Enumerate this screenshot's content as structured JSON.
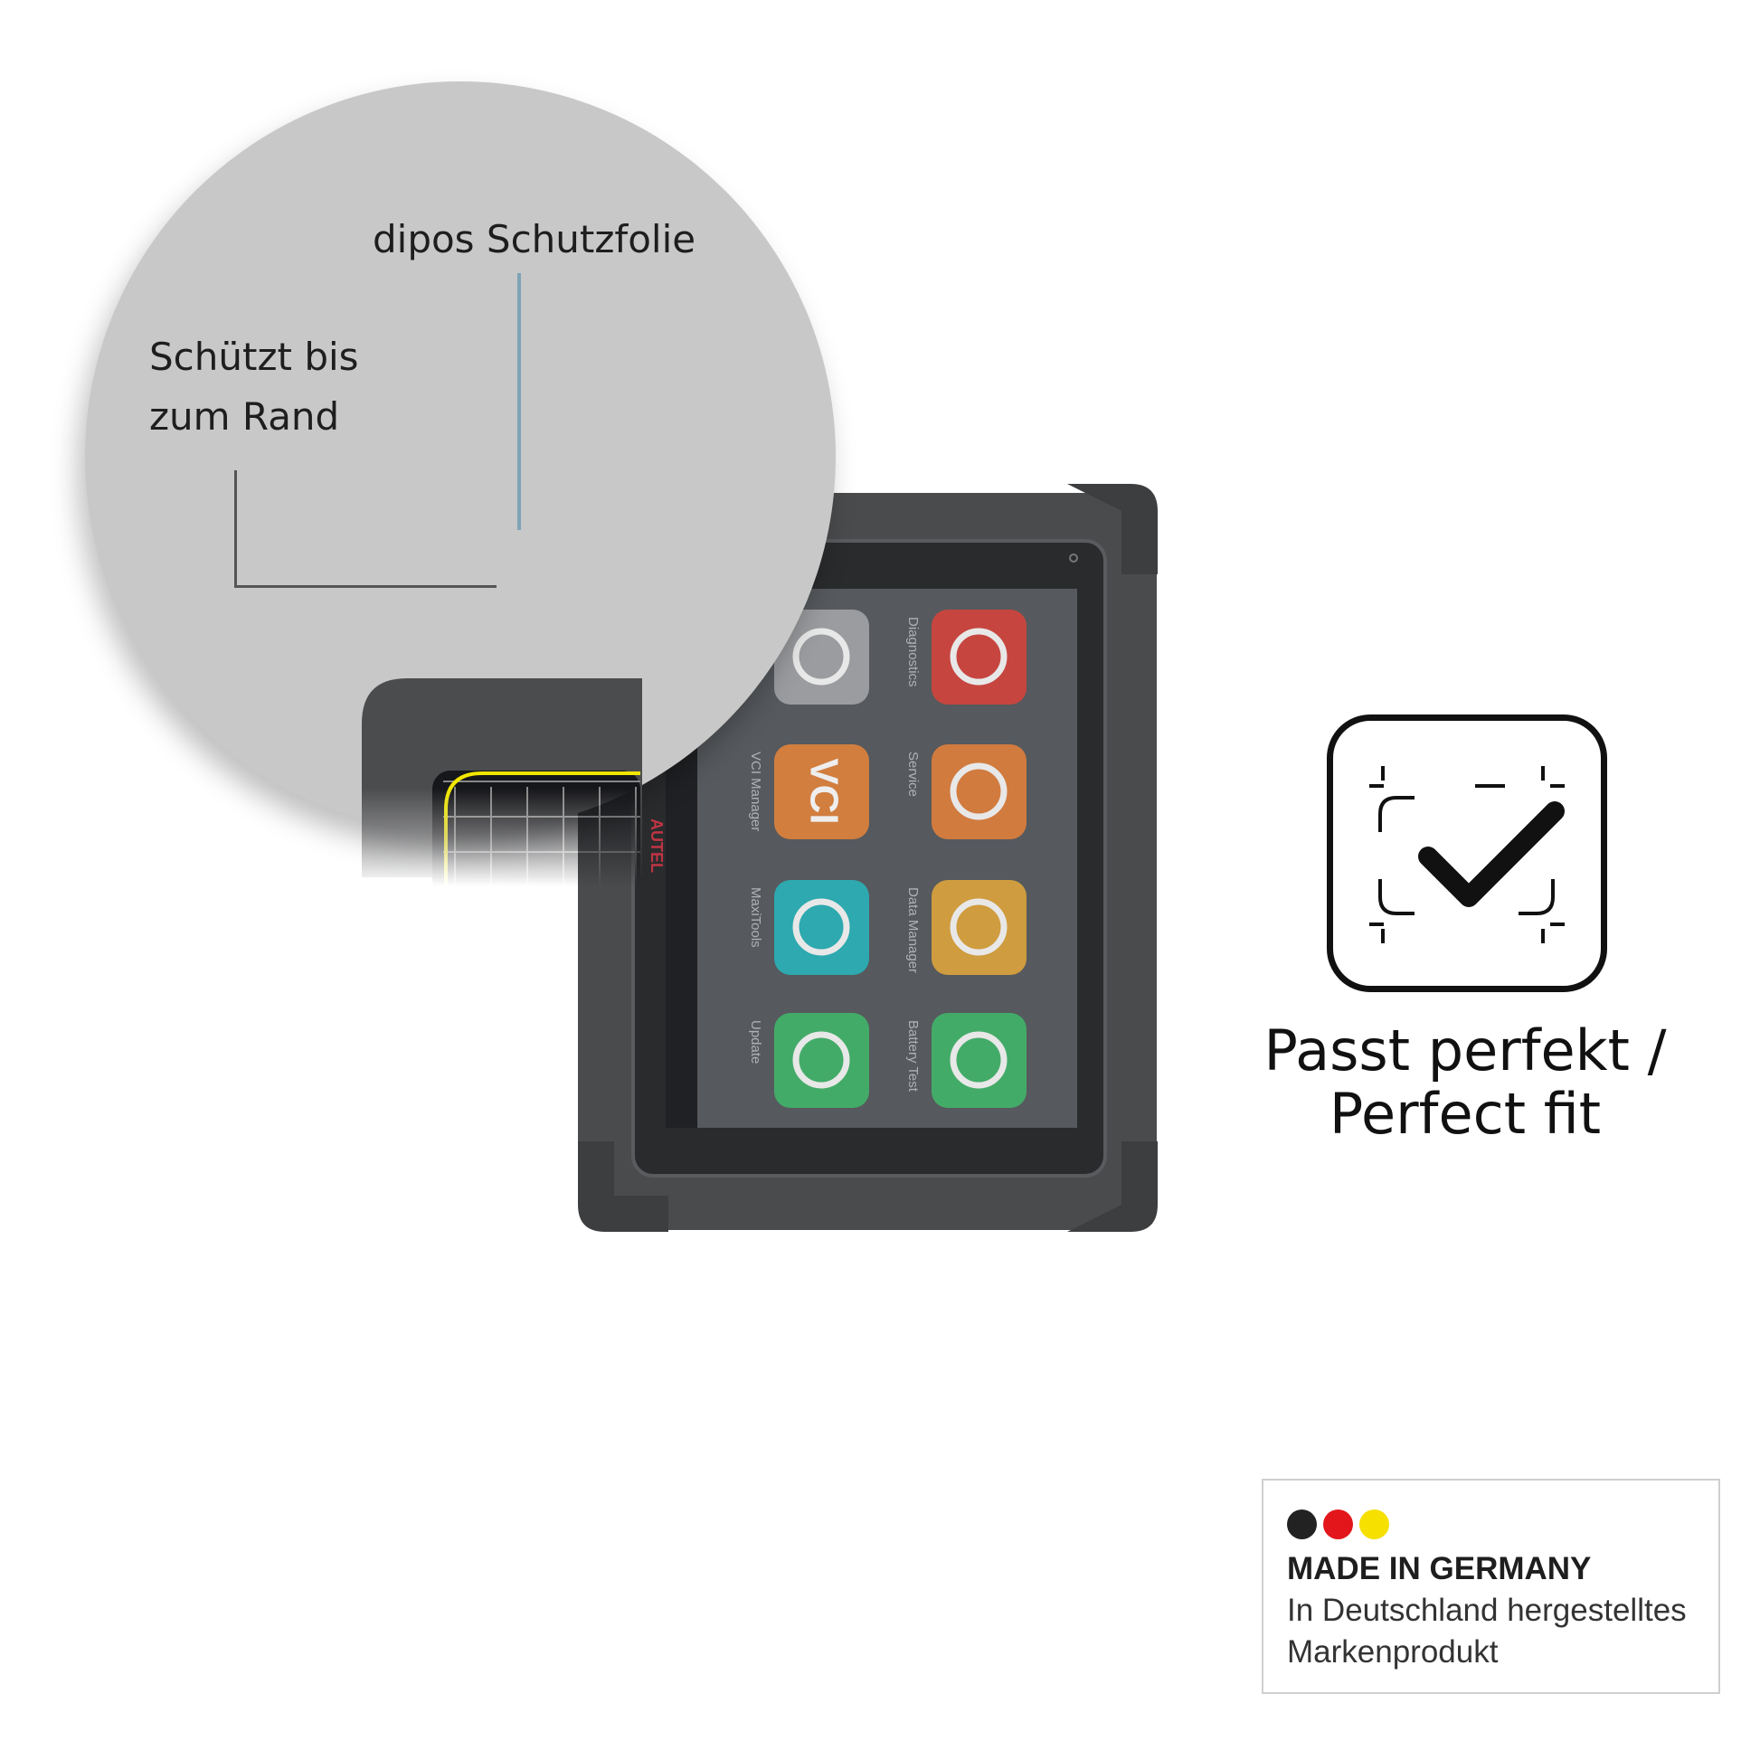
{
  "callout": {
    "title": "dipos Schutzfolie",
    "edge_line1": "Schützt bis",
    "edge_line2": "zum Rand"
  },
  "device": {
    "brand": "AUTEL",
    "apps": [
      {
        "label": "Diagnostics",
        "icon": "car-icon",
        "color": "#d9433a"
      },
      {
        "label": "Service",
        "icon": "service-icon",
        "color": "#e6813a"
      },
      {
        "label": "Data Manager",
        "icon": "images-icon",
        "color": "#e4a83a"
      },
      {
        "label": "Battery Test",
        "icon": "battery-icon",
        "color": "#3fba6a"
      },
      {
        "label": "",
        "icon": "gear-icon",
        "color": "#a7a8aa"
      },
      {
        "label": "VCI Manager",
        "icon": "vci-icon",
        "color": "#e6853a",
        "text": "VCI"
      },
      {
        "label": "MaxiTools",
        "icon": "tools-icon",
        "color": "#26b7bd"
      },
      {
        "label": "Update",
        "icon": "arrow-up-circle-icon",
        "color": "#3fba6a"
      }
    ],
    "accent_color": "#f2e600"
  },
  "fit": {
    "icon": "fit-check-icon",
    "line1": "Passt perfekt /",
    "line2": "Perfect fit"
  },
  "germany": {
    "flag_colors": [
      "#222222",
      "#e3161b",
      "#f5e000"
    ],
    "title": "MADE IN GERMANY",
    "line1": "In Deutschland hergestelltes",
    "line2": "Markenprodukt"
  }
}
